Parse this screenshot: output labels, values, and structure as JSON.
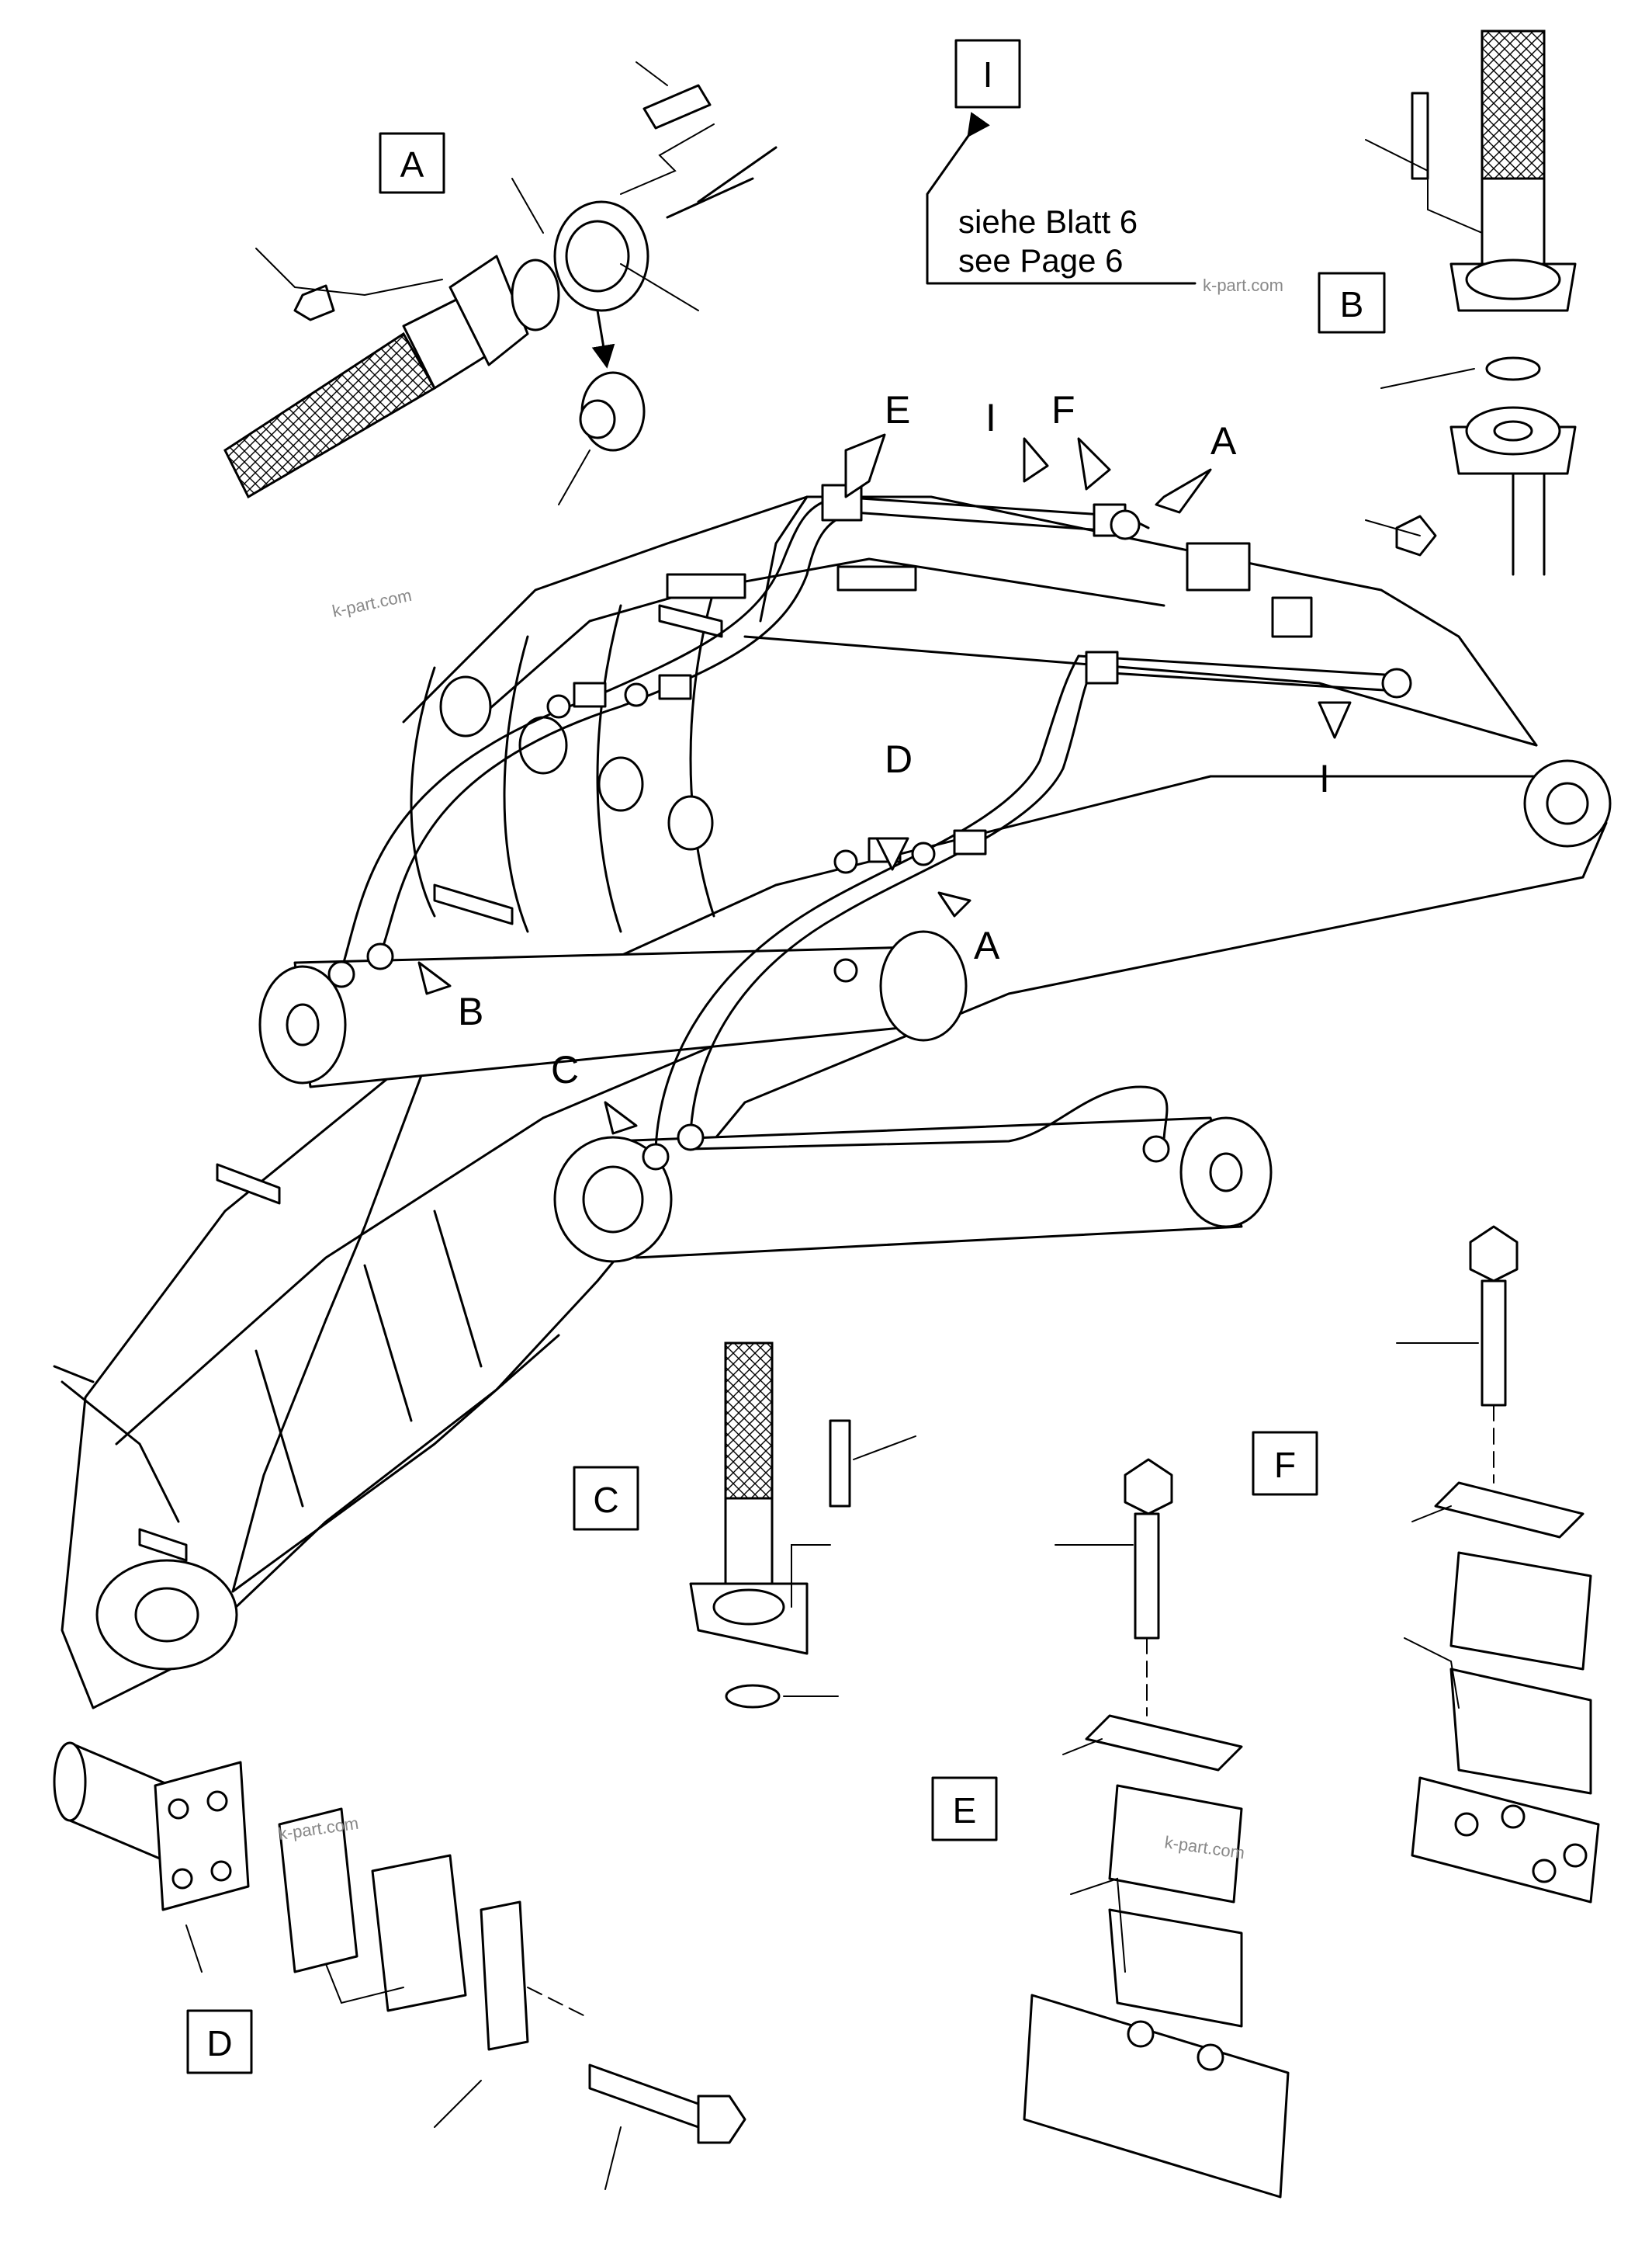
{
  "reference_note": {
    "box_label": "I",
    "line1": "siehe Blatt  6",
    "line2": "see    Page 6"
  },
  "detail_labels": {
    "A": "A",
    "B": "B",
    "C": "C",
    "D": "D",
    "E": "E",
    "F": "F"
  },
  "callouts": {
    "E": "E",
    "I_top": "I",
    "F": "F",
    "A_top": "A",
    "I_right": "I",
    "D": "D",
    "A_mid": "A",
    "B": "B",
    "C": "C"
  },
  "watermark": "k-part.com"
}
